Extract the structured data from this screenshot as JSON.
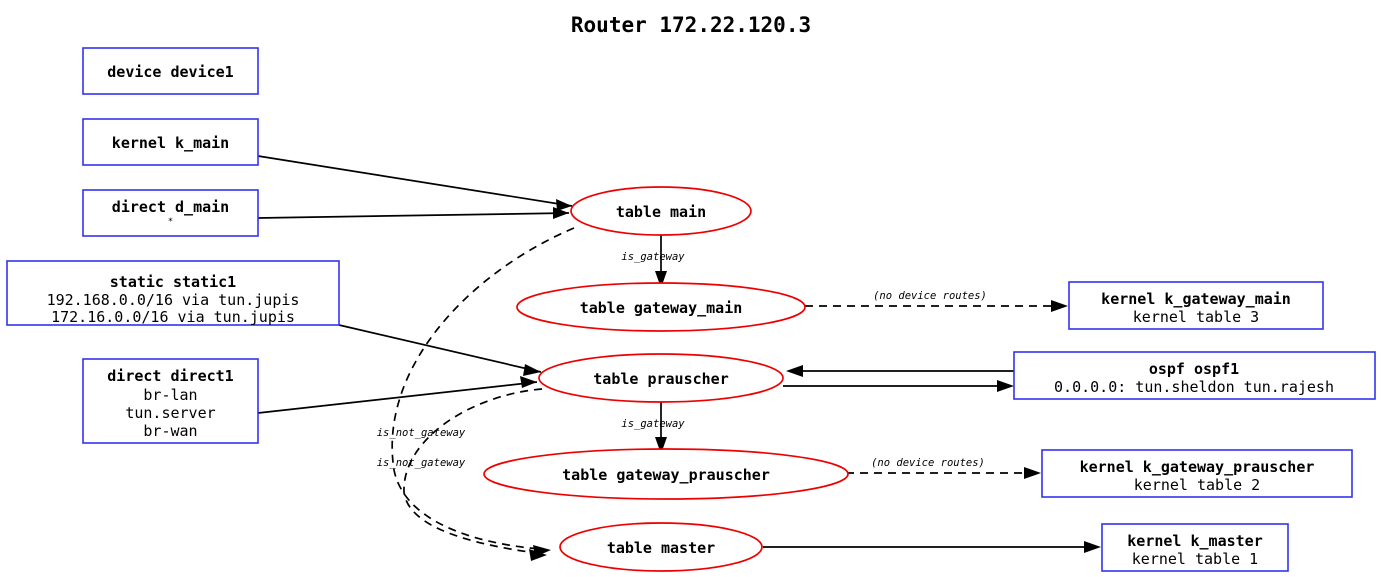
{
  "title": "Router 172.22.120.3",
  "colors": {
    "box_border": "#3333ee",
    "ellipse_border": "#ee0000",
    "edge": "#000000",
    "background": "#ffffff",
    "text": "#000000"
  },
  "protocol_nodes": [
    {
      "id": "device1",
      "title": "device device1",
      "lines": []
    },
    {
      "id": "k_main",
      "title": "kernel k_main",
      "lines": []
    },
    {
      "id": "d_main",
      "title": "direct d_main",
      "lines": [
        "*"
      ]
    },
    {
      "id": "static1",
      "title": "static static1",
      "lines": [
        "192.168.0.0/16 via tun.jupis",
        "172.16.0.0/16 via tun.jupis"
      ]
    },
    {
      "id": "direct1",
      "title": "direct direct1",
      "lines": [
        "br-lan",
        "tun.server",
        "br-wan"
      ]
    }
  ],
  "table_nodes": [
    {
      "id": "main",
      "label": "table main"
    },
    {
      "id": "gateway_main",
      "label": "table gateway_main"
    },
    {
      "id": "prauscher",
      "label": "table prauscher"
    },
    {
      "id": "gateway_prauscher",
      "label": "table gateway_prauscher"
    },
    {
      "id": "master",
      "label": "table master"
    }
  ],
  "kernel_nodes": [
    {
      "id": "k_gateway_main",
      "title": "kernel k_gateway_main",
      "lines": [
        "kernel table 3"
      ]
    },
    {
      "id": "ospf1",
      "title": "ospf ospf1",
      "lines": [
        "0.0.0.0: tun.sheldon tun.rajesh"
      ]
    },
    {
      "id": "k_gateway_prauscher",
      "title": "kernel k_gateway_prauscher",
      "lines": [
        "kernel table 2"
      ]
    },
    {
      "id": "k_master",
      "title": "kernel k_master",
      "lines": [
        "kernel table 1"
      ]
    }
  ],
  "edge_labels": {
    "is_gateway_main": "is_gateway",
    "is_gateway_prauscher": "is_gateway",
    "no_device_routes_main": "(no device routes)",
    "no_device_routes_prauscher": "(no device routes)",
    "is_not_gateway_upper": "is_not_gateway",
    "is_not_gateway_lower": "is_not_gateway"
  },
  "chart_data": {
    "type": "diagram",
    "title": "Router 172.22.120.3",
    "nodes": [
      {
        "id": "device1",
        "label": "device device1",
        "shape": "box",
        "stroke": "#3333ee"
      },
      {
        "id": "k_main",
        "label": "kernel k_main",
        "shape": "box",
        "stroke": "#3333ee"
      },
      {
        "id": "d_main",
        "label": "direct d_main\n*",
        "shape": "box",
        "stroke": "#3333ee"
      },
      {
        "id": "static1",
        "label": "static static1\n192.168.0.0/16 via tun.jupis\n172.16.0.0/16 via tun.jupis",
        "shape": "box",
        "stroke": "#3333ee"
      },
      {
        "id": "direct1",
        "label": "direct direct1\nbr-lan\ntun.server\nbr-wan",
        "shape": "box",
        "stroke": "#3333ee"
      },
      {
        "id": "main",
        "label": "table main",
        "shape": "ellipse",
        "stroke": "#ee0000"
      },
      {
        "id": "gateway_main",
        "label": "table gateway_main",
        "shape": "ellipse",
        "stroke": "#ee0000"
      },
      {
        "id": "prauscher",
        "label": "table prauscher",
        "shape": "ellipse",
        "stroke": "#ee0000"
      },
      {
        "id": "gateway_prauscher",
        "label": "table gateway_prauscher",
        "shape": "ellipse",
        "stroke": "#ee0000"
      },
      {
        "id": "master",
        "label": "table master",
        "shape": "ellipse",
        "stroke": "#ee0000"
      },
      {
        "id": "k_gateway_main",
        "label": "kernel k_gateway_main\nkernel table 3",
        "shape": "box",
        "stroke": "#3333ee"
      },
      {
        "id": "ospf1",
        "label": "ospf ospf1\n0.0.0.0: tun.sheldon tun.rajesh",
        "shape": "box",
        "stroke": "#3333ee"
      },
      {
        "id": "k_gateway_prauscher",
        "label": "kernel k_gateway_prauscher\nkernel table 2",
        "shape": "box",
        "stroke": "#3333ee"
      },
      {
        "id": "k_master",
        "label": "kernel k_master\nkernel table 1",
        "shape": "box",
        "stroke": "#3333ee"
      }
    ],
    "edges": [
      {
        "from": "k_main",
        "to": "main",
        "style": "solid",
        "label": ""
      },
      {
        "from": "d_main",
        "to": "main",
        "style": "solid",
        "label": ""
      },
      {
        "from": "static1",
        "to": "prauscher",
        "style": "solid",
        "label": ""
      },
      {
        "from": "direct1",
        "to": "prauscher",
        "style": "solid",
        "label": ""
      },
      {
        "from": "main",
        "to": "gateway_main",
        "style": "solid",
        "label": "is_gateway"
      },
      {
        "from": "gateway_main",
        "to": "k_gateway_main",
        "style": "dashed",
        "label": "(no device routes)"
      },
      {
        "from": "ospf1",
        "to": "prauscher",
        "style": "solid",
        "label": ""
      },
      {
        "from": "prauscher",
        "to": "ospf1",
        "style": "solid",
        "label": ""
      },
      {
        "from": "prauscher",
        "to": "gateway_prauscher",
        "style": "solid",
        "label": "is_gateway"
      },
      {
        "from": "gateway_prauscher",
        "to": "k_gateway_prauscher",
        "style": "dashed",
        "label": "(no device routes)"
      },
      {
        "from": "main",
        "to": "master",
        "style": "dashed",
        "label": "is_not_gateway"
      },
      {
        "from": "prauscher",
        "to": "master",
        "style": "dashed",
        "label": "is_not_gateway"
      },
      {
        "from": "master",
        "to": "k_master",
        "style": "solid",
        "label": ""
      }
    ]
  }
}
